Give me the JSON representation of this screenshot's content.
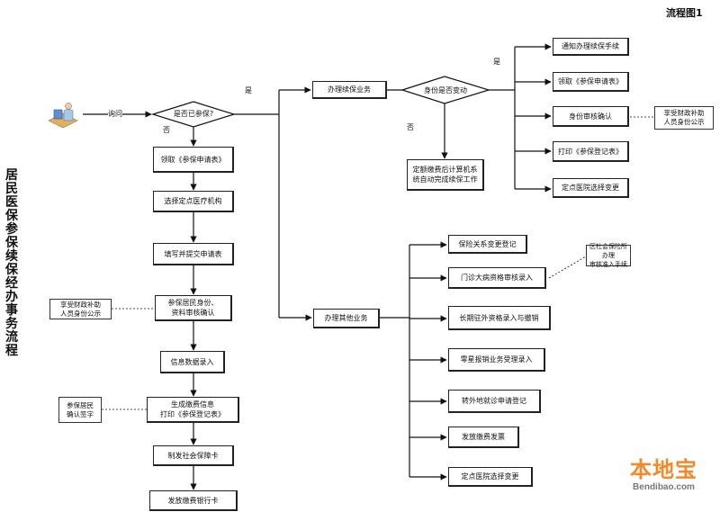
{
  "title": "流程图1",
  "vertical_title": "居民医保参保续保经办事务流程",
  "start": {
    "edge_label": "询问"
  },
  "decision1": {
    "label": "是否已参保?",
    "yes": "是",
    "no": "否"
  },
  "new_enrollment": [
    "领取《参保申请表》",
    "选择定点医疗机构",
    "填写并提交申请表",
    "参保居民身份、\n资料审核确认",
    "信息数据录入",
    "生成缴费信息\n打印《参保登记表》",
    "制发社会保障卡",
    "发放缴费银行卡"
  ],
  "new_notes": {
    "subsidy_publicity": "享受财政补助\n人员身份公示",
    "resident_sign": "参保居民\n确认签字"
  },
  "renewal": {
    "label": "办理续保业务",
    "decision": "身份是否变动",
    "yes": "是",
    "no": "否",
    "no_result": "定额缴费后计算机系\n统自动完成续保工作",
    "steps": [
      "通知办理续保手续",
      "领取《参保申请表》",
      "身份审核确认",
      "打印《参保登记表》",
      "定点医院选择变更"
    ],
    "note": "享受财政补助\n人员身份公示"
  },
  "other": {
    "label": "办理其他业务",
    "steps": [
      "保险关系变更登记",
      "门诊大病资格审核录入",
      "长期驻外资格录入与撤销",
      "零星报销业务受理录入",
      "转外地就诊申请登记",
      "发放缴费发票",
      "定点医院选择变更"
    ],
    "note": "区社会保险所办理\n审核准入手续"
  },
  "logo": {
    "cn": "本地宝",
    "en": "Bendibao.com"
  }
}
